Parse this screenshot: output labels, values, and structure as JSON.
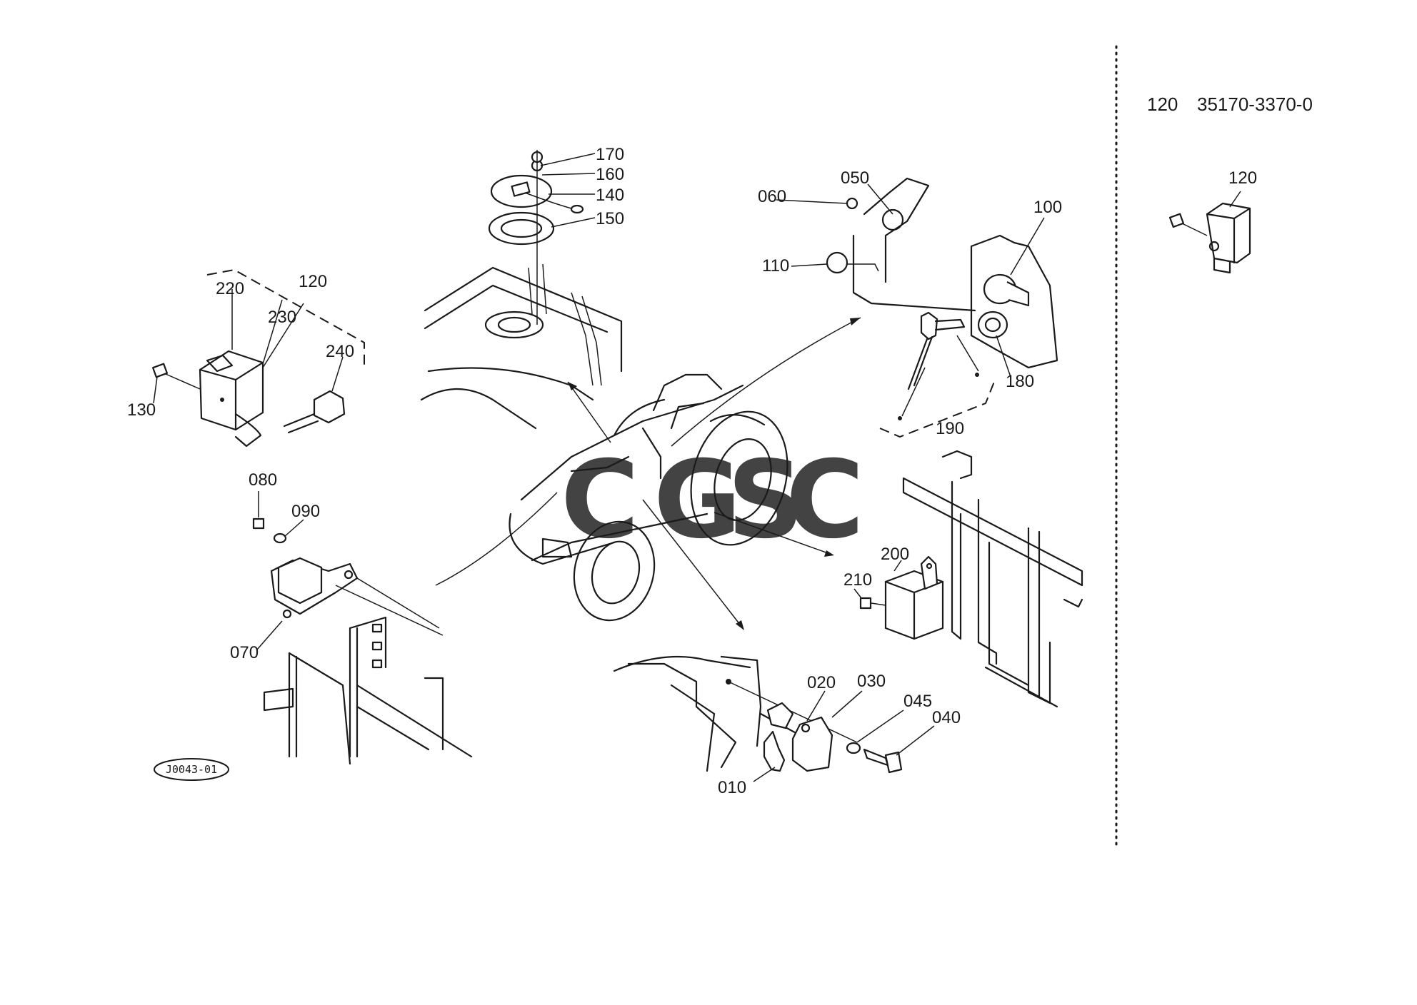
{
  "diagram": {
    "stamp": "J0043-01",
    "watermark": {
      "letters": [
        {
          "char": "C",
          "color": "#4f8ef2"
        },
        {
          "char": "G",
          "color": "#ef5b4f"
        },
        {
          "char": "S",
          "color": "#f6d24a"
        },
        {
          "char": "C",
          "color": "#4fbf8a"
        }
      ]
    },
    "reference": {
      "item": "120",
      "part_number": "35170-3370-0"
    },
    "callouts": {
      "c010": "010",
      "c020": "020",
      "c030": "030",
      "c040": "040",
      "c045": "045",
      "c050": "050",
      "c060": "060",
      "c070": "070",
      "c080": "080",
      "c090": "090",
      "c100": "100",
      "c110": "110",
      "c120a": "120",
      "c120b": "120",
      "c130": "130",
      "c140": "140",
      "c150": "150",
      "c160": "160",
      "c170": "170",
      "c180": "180",
      "c190": "190",
      "c200": "200",
      "c210": "210",
      "c220": "220",
      "c230": "230",
      "c240": "240"
    }
  }
}
